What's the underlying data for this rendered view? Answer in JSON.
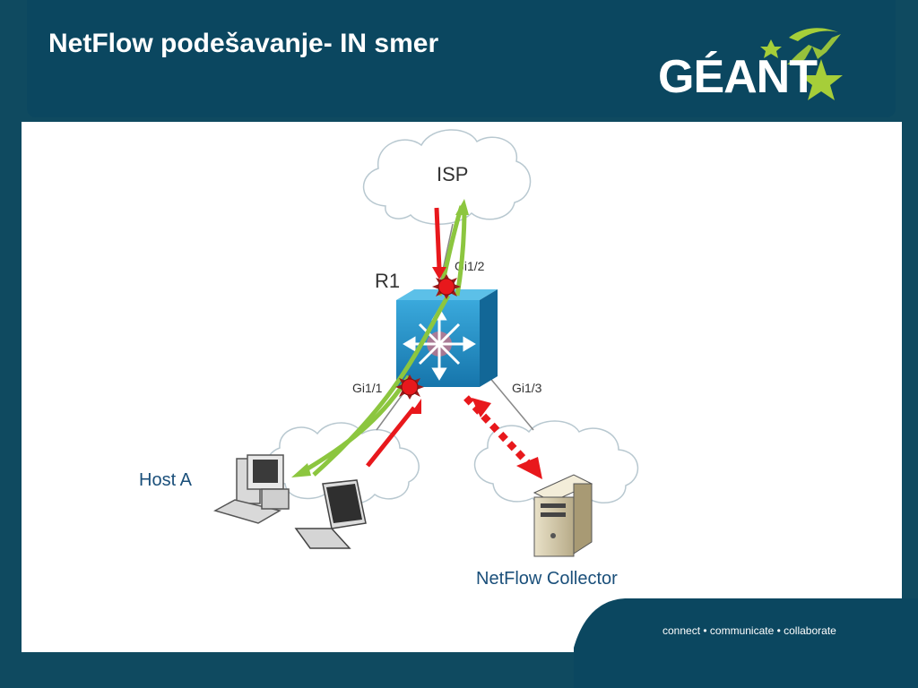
{
  "slide": {
    "title": "NetFlow podešavanje- IN smer",
    "logo_text": "GÉANT",
    "tagline": "connect • communicate • collaborate"
  },
  "diagram": {
    "isp_label": "ISP",
    "router_label": "R1",
    "port_labels": {
      "gi12": "Gi1/2",
      "gi11": "Gi1/1",
      "gi13": "Gi1/3"
    },
    "host_label": "Host A",
    "collector_label": "NetFlow Collector"
  },
  "colors": {
    "background": "#0f4a60",
    "header": "#0b4760",
    "flow_in": "#e8181c",
    "flow_out": "#8cc63f",
    "router": "#1c8fc6",
    "label_text": "#1a4f7a",
    "star_green": "#a6ce39"
  }
}
